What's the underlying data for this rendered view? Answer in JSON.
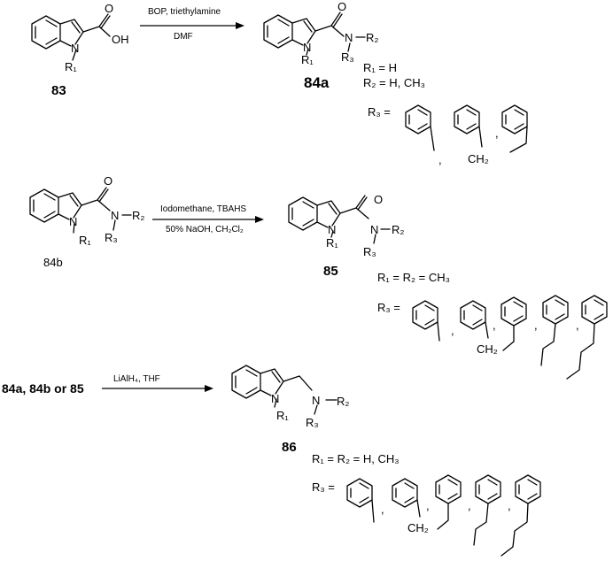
{
  "reaction1": {
    "start_label": "83",
    "reagent1": "BOP, triethylamine",
    "reagent2": "DMF",
    "product_label": "84a",
    "r1": "R₁ = H",
    "r2": "R₂ = H, CH₃",
    "r3": "R₃ ="
  },
  "reaction2": {
    "start_label": "84b",
    "reagent1": "Iodomethane, TBAHS",
    "reagent2": "50% NaOH, CH₂Cl₂",
    "product_label": "85",
    "r1r2": "R₁ = R₂ = CH₃",
    "r3": "R₃ ="
  },
  "reaction3": {
    "start_label": "84a, 84b or 85",
    "reagent1": "LiAlH₄, THF",
    "product_label": "86",
    "r1r2": "R₁ = R₂ = H, CH₃",
    "r3": "R₃ ="
  },
  "atoms": {
    "N": "N",
    "O": "O",
    "OH": "OH",
    "R1": "R₁",
    "R2": "R₂",
    "R3": "R₃",
    "CH2": "CH₂",
    "comma": ","
  }
}
